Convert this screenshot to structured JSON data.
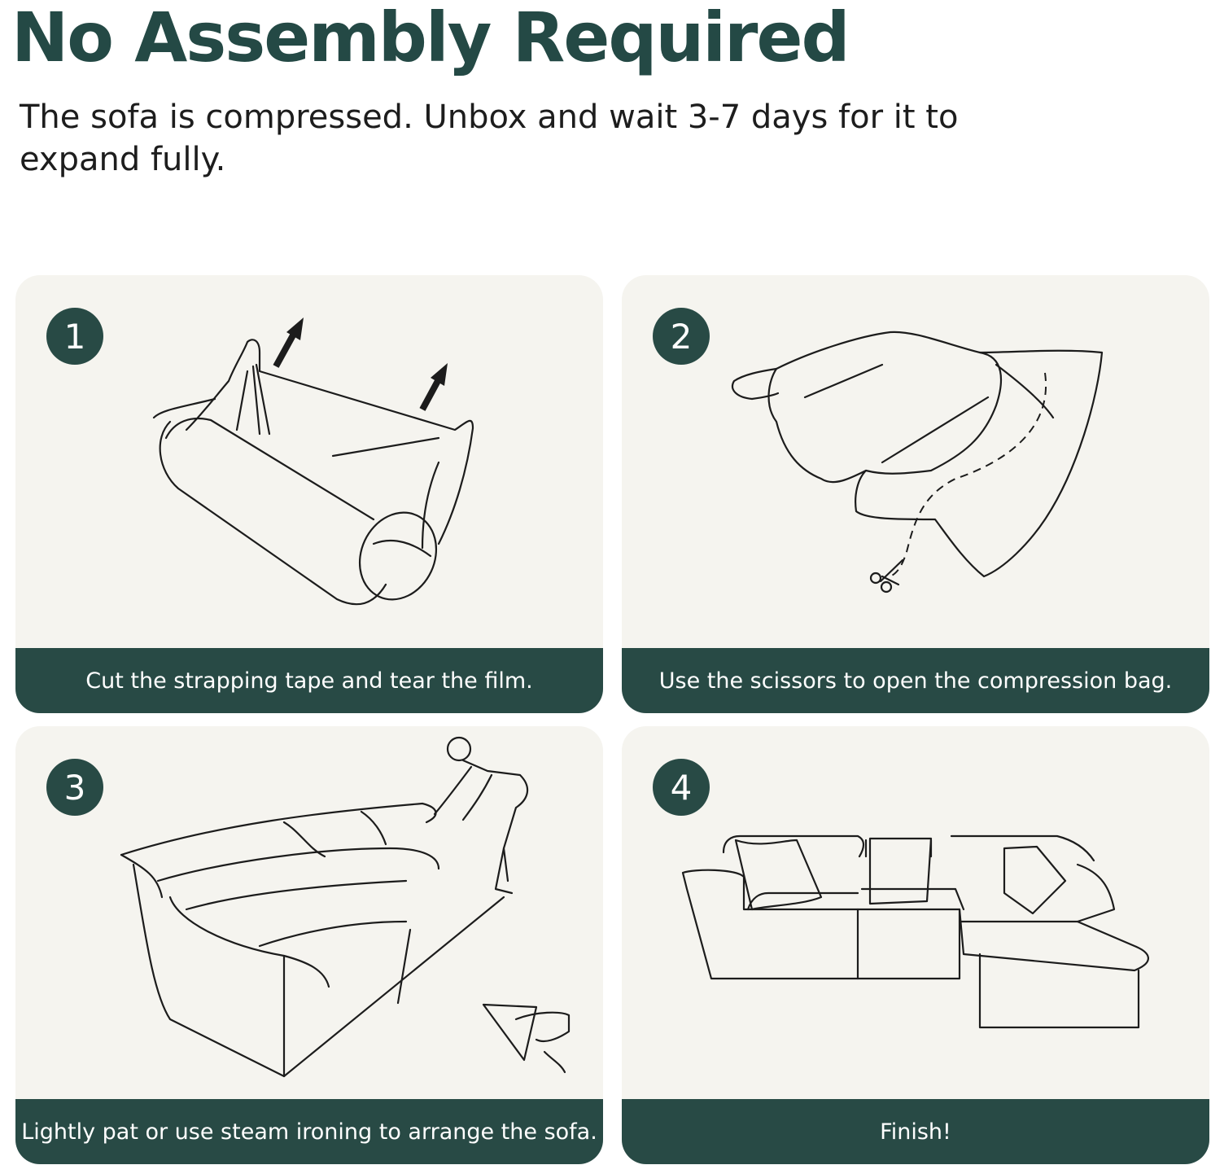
{
  "header": {
    "title": "No Assembly Required",
    "subtitle": "The sofa is compressed. Unbox and wait 3-7 days for it to expand fully."
  },
  "steps": [
    {
      "number": "1",
      "caption": "Cut the strapping tape and tear the film.",
      "illustration": "rolled-sofa-icon"
    },
    {
      "number": "2",
      "caption": "Use the scissors to open the compression bag.",
      "illustration": "compression-bag-scissors-icon"
    },
    {
      "number": "3",
      "caption": "Lightly pat or use steam ironing to arrange the sofa.",
      "illustration": "person-patting-sofa-icon"
    },
    {
      "number": "4",
      "caption": "Finish!",
      "illustration": "sectional-sofa-icon"
    }
  ],
  "colors": {
    "accent": "#284a45",
    "title": "#244945",
    "card_background": "#f5f4ef",
    "caption_text": "#ffffff"
  }
}
